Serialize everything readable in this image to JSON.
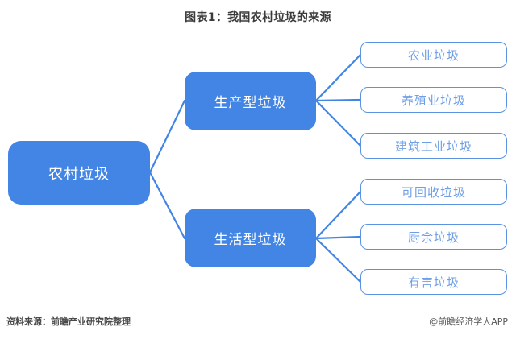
{
  "title": "图表1：我国农村垃圾的来源",
  "colors": {
    "node_fill": "#4285e4",
    "node_text": "#ffffff",
    "leaf_border": "#5b93e0",
    "leaf_text": "#6e9fe6",
    "connector": "#4285e4",
    "title_text": "#3b3b3b",
    "background": "#ffffff"
  },
  "diagram": {
    "type": "tree",
    "root": {
      "label": "农村垃圾"
    },
    "branches": [
      {
        "label": "生产型垃圾",
        "leaves": [
          {
            "label": "农业垃圾"
          },
          {
            "label": "养殖业垃圾"
          },
          {
            "label": "建筑工业垃圾"
          }
        ]
      },
      {
        "label": "生活型垃圾",
        "leaves": [
          {
            "label": "可回收垃圾"
          },
          {
            "label": "厨余垃圾"
          },
          {
            "label": "有害垃圾"
          }
        ]
      }
    ]
  },
  "footer": {
    "source": "资料来源：前瞻产业研究院整理",
    "watermark": "@前瞻经济学人APP"
  }
}
